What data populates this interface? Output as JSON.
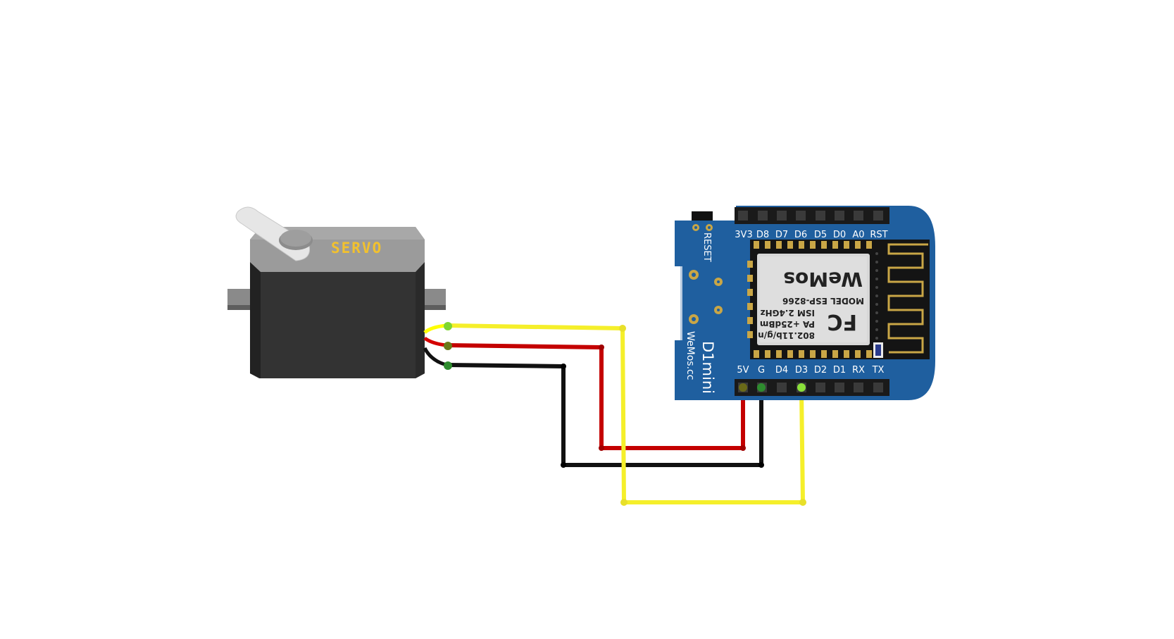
{
  "servo": {
    "label": "SERVO",
    "wires": [
      {
        "name": "signal",
        "color": "#ffff00"
      },
      {
        "name": "power",
        "color": "#cc0000"
      },
      {
        "name": "ground",
        "color": "#111111"
      }
    ]
  },
  "board": {
    "name": "D1mini",
    "maker": "WeMos.cc",
    "reset_label": "RESET",
    "top_pins": [
      "3V3",
      "D8",
      "D7",
      "D6",
      "D5",
      "D0",
      "A0",
      "RST"
    ],
    "bottom_pins": [
      "5V",
      "G",
      "D4",
      "D3",
      "D2",
      "D1",
      "RX",
      "TX"
    ],
    "module": {
      "brand": "WeMos",
      "model_line": "MODEL  ESP-8266",
      "ism_line": "ISM 2.4GHz",
      "pa_line": "PA +25dBm",
      "std_line": "802.11b/g/n",
      "fc_mark": "FC"
    },
    "board_color": "#1f5f9f"
  },
  "connections": [
    {
      "from": "servo.signal",
      "to": "D3",
      "color": "#f5ef2a"
    },
    {
      "from": "servo.power",
      "to": "5V",
      "color": "#c40000"
    },
    {
      "from": "servo.ground",
      "to": "G",
      "color": "#111111"
    }
  ]
}
